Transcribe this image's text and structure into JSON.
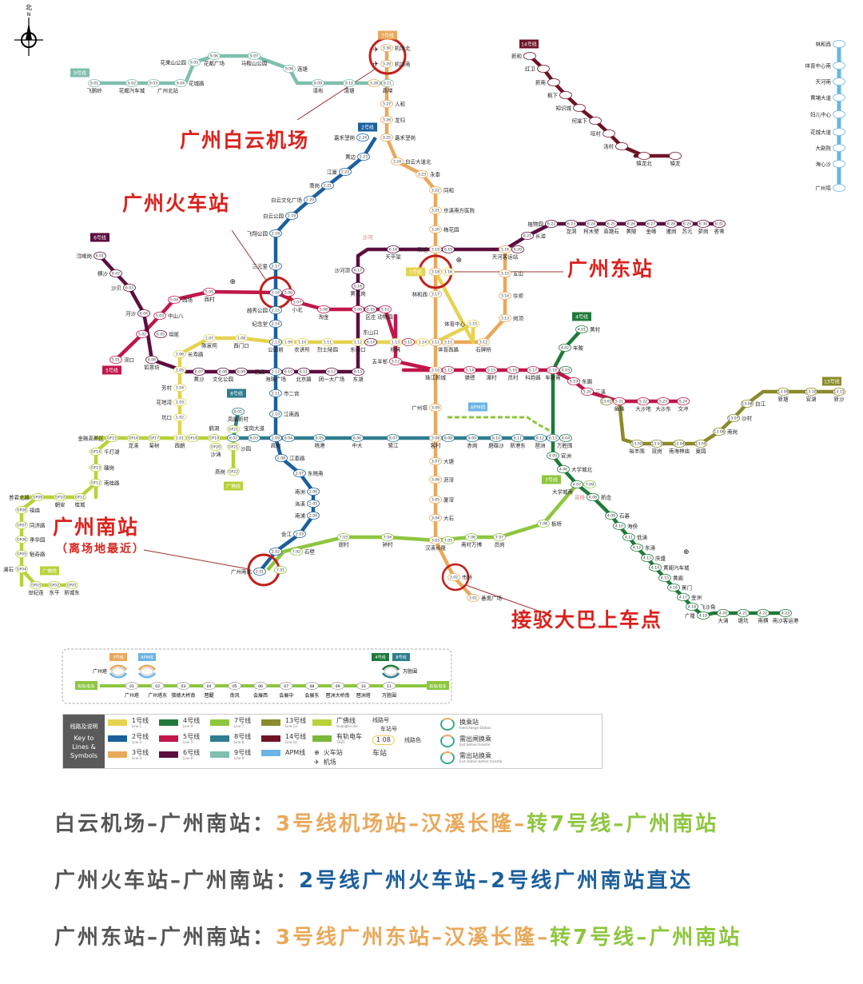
{
  "compass": {
    "cn": "北",
    "en": "N"
  },
  "lines": [
    {
      "id": "L9",
      "badge": "9号线",
      "color": "#7fbfae",
      "stations": [
        [
          "飞鹅岭",
          "9.01"
        ],
        [
          "花都汽车城",
          "9.02"
        ],
        [
          "广州北站",
          "9.03"
        ],
        [
          "花城路",
          "9.04"
        ],
        [
          "花果山公园",
          "9.05"
        ],
        [
          "花都广场",
          "9.06"
        ],
        [
          "马鞍山公园",
          "9.07"
        ],
        [
          "莲塘",
          "9.08"
        ],
        [
          "清布",
          "9.09"
        ],
        [
          "清塘",
          "9.10"
        ],
        [
          "高增",
          "9.11"
        ]
      ]
    },
    {
      "id": "L3N",
      "badge": "3号线",
      "color": "#e8a95b",
      "stations": [
        [
          "体育西路",
          "3.11"
        ],
        [
          "林和西",
          "3.17"
        ],
        [
          "广州东站",
          "3.18"
        ],
        [
          "燕塘",
          "3.19"
        ],
        [
          "梅花园",
          "3.20"
        ],
        [
          "京溪南方医院",
          "3.21"
        ],
        [
          "同和",
          "3.22"
        ],
        [
          "永泰",
          "3.23"
        ],
        [
          "白云大道北",
          "3.24"
        ],
        [
          "嘉禾望岗",
          "3.25"
        ],
        [
          "龙归",
          "3.26"
        ],
        [
          "人和",
          "3.27"
        ],
        [
          "高增",
          "3.28"
        ],
        [
          "机场南",
          "3.29"
        ],
        [
          "机场北",
          "3.30"
        ]
      ]
    },
    {
      "id": "L3",
      "badge": "3号线",
      "color": "#e8a95b",
      "stations": [
        [
          "番禺广场",
          "3.01"
        ],
        [
          "市桥",
          "3.02"
        ],
        [
          "汉溪长隆",
          "3.03"
        ],
        [
          "大石",
          "3.04"
        ],
        [
          "厦滘",
          "3.05"
        ],
        [
          "沥滘",
          "3.06"
        ],
        [
          "大塘",
          "3.07"
        ],
        [
          "客村",
          "3.08"
        ],
        [
          "广州塔",
          "3.09"
        ],
        [
          "珠江新城",
          "3.10"
        ],
        [
          "体育西路",
          "3.11"
        ],
        [
          "石牌桥",
          "3.12"
        ],
        [
          "岗顶",
          "3.13"
        ],
        [
          "华师",
          "3.14"
        ],
        [
          "五山",
          "3.15"
        ],
        [
          "天河客运站",
          "3.16"
        ]
      ]
    },
    {
      "id": "L2",
      "badge": "2号线",
      "color": "#1c5f9c",
      "stations": [
        [
          "广州南站",
          "2.01"
        ],
        [
          "石壁",
          "2.02"
        ],
        [
          "会江",
          "2.03"
        ],
        [
          "南浦",
          "2.04"
        ],
        [
          "洛溪",
          "2.05"
        ],
        [
          "南洲",
          "2.06"
        ],
        [
          "东晓南",
          "2.07"
        ],
        [
          "江泰路",
          "2.08"
        ],
        [
          "昌岗",
          "2.09"
        ],
        [
          "江南西",
          "2.10"
        ],
        [
          "市二宫",
          "2.11"
        ],
        [
          "海珠广场",
          "2.12"
        ],
        [
          "公园前",
          "2.13"
        ],
        [
          "纪念堂",
          "2.14"
        ],
        [
          "越秀公园",
          "2.15"
        ],
        [
          "广州火车站",
          "2.16"
        ],
        [
          "三元里",
          "2.17"
        ],
        [
          "飞翔公园",
          "2.18"
        ],
        [
          "白云公园",
          "2.19"
        ],
        [
          "白云文化广场",
          "2.20"
        ],
        [
          "萧岗",
          "2.21"
        ],
        [
          "江夏",
          "2.22"
        ],
        [
          "黄边",
          "2.23"
        ],
        [
          "嘉禾望岗",
          "2.24"
        ]
      ]
    },
    {
      "id": "L1",
      "badge": "1号线",
      "color": "#e5d34f",
      "stations": [
        [
          "西朗",
          "1.01"
        ],
        [
          "坑口",
          "1.02"
        ],
        [
          "花地湾",
          "1.03"
        ],
        [
          "芳村",
          "1.04"
        ],
        [
          "黄沙",
          "1.05"
        ],
        [
          "长寿路",
          "1.06"
        ],
        [
          "陈家祠",
          "1.07"
        ],
        [
          "西门口",
          "1.08"
        ],
        [
          "公园前",
          "1.09"
        ],
        [
          "农讲所",
          "1.10"
        ],
        [
          "烈士陵园",
          "1.11"
        ],
        [
          "东山口",
          "1.12"
        ],
        [
          "杨箕",
          "1.13"
        ],
        [
          "体育西路",
          "1.14"
        ],
        [
          "体育中心",
          "1.15"
        ],
        [
          "广州东站",
          "1.16"
        ]
      ]
    },
    {
      "id": "L5",
      "badge": "5号线",
      "color": "#c1174a",
      "stations": [
        [
          "滘口",
          "5.01"
        ],
        [
          "坦尾",
          "5.02"
        ],
        [
          "中山八",
          "5.03"
        ],
        [
          "西场",
          "5.04"
        ],
        [
          "西村",
          "5.05"
        ],
        [
          "广州火车站",
          "5.06"
        ],
        [
          "小北",
          "5.07"
        ],
        [
          "淘金",
          "5.08"
        ],
        [
          "区庄",
          "5.09"
        ],
        [
          "动物园",
          "5.10"
        ],
        [
          "杨箕",
          "5.11"
        ],
        [
          "五羊邨",
          "5.12"
        ],
        [
          "珠江新城",
          "5.13"
        ],
        [
          "猎德",
          "5.14"
        ],
        [
          "潭村",
          "5.15"
        ],
        [
          "员村",
          "5.16"
        ],
        [
          "科韵路",
          "5.17"
        ],
        [
          "车陂南",
          "5.18"
        ],
        [
          "东圃",
          "5.19"
        ],
        [
          "三溪",
          "5.20"
        ],
        [
          "鱼珠",
          "5.21"
        ],
        [
          "大沙地",
          "5.22"
        ],
        [
          "大沙东",
          "5.23"
        ],
        [
          "文冲",
          "5.24"
        ]
      ]
    },
    {
      "id": "L6",
      "badge": "6号线",
      "color": "#5b0e3f",
      "stations": [
        [
          "浔峰岗",
          "6.01"
        ],
        [
          "横沙",
          "6.02"
        ],
        [
          "沙贝",
          "6.03"
        ],
        [
          "河沙",
          "6.04"
        ],
        [
          "坦尾",
          "6.05"
        ],
        [
          "如意坊",
          "6.06"
        ],
        [
          "黄沙",
          "6.07"
        ],
        [
          "文化公园",
          "6.08"
        ],
        [
          "一德路",
          "6.09"
        ],
        [
          "海珠广场",
          "6.10"
        ],
        [
          "北京路",
          "6.11"
        ],
        [
          "团一大广场",
          "6.12"
        ],
        [
          "东湖",
          "6.13"
        ],
        [
          "东山口",
          "6.14"
        ],
        [
          "区庄",
          "6.15"
        ],
        [
          "黄花岗",
          "6.16"
        ],
        [
          "沙河顶",
          "6.17"
        ],
        [
          "天平架",
          "6.18"
        ],
        [
          "燕塘",
          "6.19"
        ],
        [
          "天河客运站",
          "6.20"
        ],
        [
          "长湴",
          "6.21"
        ],
        [
          "植物园",
          "6.22"
        ],
        [
          "龙洞",
          "6.23"
        ],
        [
          "柯木塱",
          "6.24"
        ],
        [
          "高塘石",
          "6.25"
        ],
        [
          "黄陂",
          "6.26"
        ],
        [
          "金峰",
          "6.27"
        ],
        [
          "暹岗",
          "6.28"
        ],
        [
          "苏元",
          "6.29"
        ],
        [
          "萝岗",
          "6.30"
        ],
        [
          "香雪",
          "6.31"
        ]
      ]
    },
    {
      "id": "L8",
      "badge": "8号线",
      "color": "#2f7d8f",
      "stations": [
        [
          "凤凰新村",
          "8.01"
        ],
        [
          "沙园",
          "8.02"
        ],
        [
          "宝岗大道",
          "8.03"
        ],
        [
          "昌岗",
          "8.04"
        ],
        [
          "晓港",
          "8.05"
        ],
        [
          "中大",
          "8.06"
        ],
        [
          "鹭江",
          "8.07"
        ],
        [
          "客村",
          "8.08"
        ],
        [
          "赤岗",
          "8.09"
        ],
        [
          "磨碟沙",
          "8.10"
        ],
        [
          "新港东",
          "8.11"
        ],
        [
          "琶洲",
          "8.12"
        ],
        [
          "万胜围",
          "8.13"
        ]
      ]
    },
    {
      "id": "L4",
      "badge": "4号线",
      "color": "#1f7a3a",
      "stations": [
        [
          "黄村",
          "4.01"
        ],
        [
          "车陂",
          "4.02"
        ],
        [
          "车陂南",
          "4.03"
        ],
        [
          "万胜围",
          "4.04"
        ],
        [
          "官洲",
          "4.05"
        ],
        [
          "大学城北",
          "4.06"
        ],
        [
          "大学城南",
          "4.07"
        ],
        [
          "新造",
          "4.08"
        ],
        [
          "石碁",
          "4.09"
        ],
        [
          "海傍",
          "4.10"
        ],
        [
          "低涌",
          "4.11"
        ],
        [
          "东涌",
          "4.12"
        ],
        [
          "庆盛",
          "4.13"
        ],
        [
          "黄阁汽车城",
          "4.14"
        ],
        [
          "黄阁",
          "4.15"
        ],
        [
          "蕉门",
          "4.16"
        ],
        [
          "金洲",
          "4.17"
        ],
        [
          "飞沙角",
          "4.18"
        ],
        [
          "广隆",
          "4.19"
        ],
        [
          "大涌",
          "4.20"
        ],
        [
          "塘坑",
          "4.21"
        ],
        [
          "南横",
          "4.22"
        ],
        [
          "南沙客运港",
          "4.23"
        ]
      ]
    },
    {
      "id": "L7",
      "badge": "7号线",
      "color": "#8ec63f",
      "stations": [
        [
          "广州南站",
          "7.01"
        ],
        [
          "石壁",
          "7.02"
        ],
        [
          "谢村",
          "7.03"
        ],
        [
          "钟村",
          "7.04"
        ],
        [
          "汉溪长隆",
          "7.05"
        ],
        [
          "南村万博",
          "7.06"
        ],
        [
          "员岗",
          "7.07"
        ],
        [
          "板桥",
          "7.08"
        ],
        [
          "大学城南",
          "7.09"
        ]
      ]
    },
    {
      "id": "L13",
      "badge": "13号线",
      "color": "#8a8b2c",
      "stations": [
        [
          "鱼珠",
          "13.01"
        ],
        [
          "裕丰围",
          "13.02"
        ],
        [
          "双岗",
          "13.03"
        ],
        [
          "南海神庙",
          "13.04"
        ],
        [
          "夏园",
          "13.05"
        ],
        [
          "南岗",
          "13.06"
        ],
        [
          "沙村",
          "13.07"
        ],
        [
          "白江",
          "13.08"
        ],
        [
          "新塘",
          "13.09"
        ],
        [
          "官湖",
          "13.10"
        ],
        [
          "新沙",
          "13.11"
        ]
      ]
    },
    {
      "id": "L14",
      "badge": "14号线",
      "color": "#6e1426",
      "stations": [
        [
          "新和",
          ""
        ],
        [
          "红卫",
          ""
        ],
        [
          "新南",
          ""
        ],
        [
          "枫下",
          ""
        ],
        [
          "知识城",
          ""
        ],
        [
          "何棠下",
          ""
        ],
        [
          "旺村",
          ""
        ],
        [
          "汤村",
          ""
        ],
        [
          "镇龙北",
          ""
        ],
        [
          "镇龙",
          ""
        ]
      ]
    },
    {
      "id": "APM",
      "badge": "APM线",
      "color": "#6ab4e6",
      "stations": [
        [
          "林和西",
          ""
        ],
        [
          "体育中心南",
          ""
        ],
        [
          "天河南",
          ""
        ],
        [
          "黄埔大道",
          ""
        ],
        [
          "妇儿中心",
          ""
        ],
        [
          "花城大道",
          ""
        ],
        [
          "大剧院",
          ""
        ],
        [
          "海心沙",
          ""
        ],
        [
          "广州塔",
          ""
        ]
      ]
    },
    {
      "id": "GF",
      "badge": "广佛线",
      "color": "#b8d23a",
      "stations": [
        [
          "新城东",
          "GF01"
        ],
        [
          "东平",
          "GF02"
        ],
        [
          "世纪莲",
          "GF03"
        ],
        [
          "澜石",
          "GF04"
        ],
        [
          "魁奇路",
          "GF05"
        ],
        [
          "季华园",
          "GF06"
        ],
        [
          "同济路",
          "GF07"
        ],
        [
          "祖庙",
          "GF08"
        ],
        [
          "普君北路",
          "GF09"
        ],
        [
          "朝安",
          "GF10"
        ],
        [
          "桂城",
          "GF11"
        ],
        [
          "南桂路",
          "GF12"
        ],
        [
          "礌岗",
          "GF13"
        ],
        [
          "千灯湖",
          "GF14"
        ],
        [
          "金融高新区",
          "GF15"
        ],
        [
          "龙溪",
          "GF16"
        ],
        [
          "菊树",
          "GF17"
        ],
        [
          "西朗",
          "GF18"
        ],
        [
          "鹤洞",
          "GF19"
        ],
        [
          "沙涌",
          "GF20"
        ],
        [
          "沙园",
          "GF21"
        ]
      ]
    },
    {
      "id": "GFB",
      "badge": "广佛线",
      "color": "#b8d23a",
      "stations": [
        [
          "沙园",
          "GF21"
        ],
        [
          "燕岗",
          "GF22"
        ]
      ]
    }
  ],
  "not_open": [
    "沙河",
    "官桥"
  ],
  "annotations": {
    "airport": "广州白云机场",
    "railway": "广州火车站",
    "east": "广州东站",
    "south": "广州南站",
    "south_note": "（离场地最近）",
    "bus": "接驳大巴上车点"
  },
  "accent_color": "#d9231d",
  "inset": {
    "tram_badge": "有轨电车",
    "badges": [
      "3号线",
      "APM线",
      "4号线",
      "8号线"
    ],
    "loop_labels": {
      "left": "广州塔",
      "right": "万胜围"
    },
    "stations": [
      [
        "广州塔",
        "01"
      ],
      [
        "广州塔东",
        "02"
      ],
      [
        "猎德大桥南",
        "03"
      ],
      [
        "琶醍",
        "04"
      ],
      [
        "南风",
        "05"
      ],
      [
        "会展西",
        "06"
      ],
      [
        "会展中",
        "07"
      ],
      [
        "会展东",
        "08"
      ],
      [
        "琶洲大桥南",
        "09"
      ],
      [
        "琶洲塔",
        "10"
      ],
      [
        "万胜围",
        "11"
      ]
    ]
  },
  "legend": {
    "key": [
      "线路及说明",
      "Key to",
      "Lines &",
      "Symbols"
    ],
    "lines": [
      {
        "label": "1号线",
        "en": "Line 1",
        "color": "#e5d34f"
      },
      {
        "label": "2号线",
        "en": "Line 2",
        "color": "#1c5f9c"
      },
      {
        "label": "3号线",
        "en": "Line 3",
        "color": "#e8a95b"
      },
      {
        "label": "4号线",
        "en": "Line 4",
        "color": "#1f7a3a"
      },
      {
        "label": "5号线",
        "en": "Line 5",
        "color": "#c1174a"
      },
      {
        "label": "6号线",
        "en": "Line 6",
        "color": "#5b0e3f"
      },
      {
        "label": "7号线",
        "en": "Line 7",
        "color": "#8ec63f"
      },
      {
        "label": "8号线",
        "en": "Line 8",
        "color": "#2f7d8f"
      },
      {
        "label": "9号线",
        "en": "Line 9",
        "color": "#7fbfae"
      },
      {
        "label": "13号线",
        "en": "Line 13",
        "color": "#8a8b2c"
      },
      {
        "label": "14号线",
        "en": "Line 14",
        "color": "#6e1426"
      },
      {
        "label": "APM线",
        "en": "",
        "color": "#6ab4e6"
      },
      {
        "label": "广佛线",
        "en": "Guangfo Line",
        "color": "#b8d23a"
      },
      {
        "label": "有轨电车",
        "en": "THZ1",
        "color": "#7cb83a"
      }
    ],
    "railway_station": "火车站",
    "airport": "机场",
    "diagram": {
      "line_no": "线路号",
      "station_no": "车站号",
      "sample": "1 08",
      "line_color": "线路色",
      "station": "车站"
    },
    "transfer": [
      {
        "label": "换乘站",
        "en": "Interchange Station"
      },
      {
        "label": "需出闸换乘",
        "en": "Exit before transfer"
      },
      {
        "label": "需出站换乘",
        "en": "Exit station before transfer"
      }
    ]
  },
  "routes": [
    {
      "from": "白云机场–广州南站：",
      "segments": [
        {
          "text": "3号线机场站–汉溪长隆–",
          "color": "#e8a95b"
        },
        {
          "text": "转7号线–广州南站",
          "color": "#8ec63f"
        }
      ]
    },
    {
      "from": "广州火车站–广州南站：",
      "segments": [
        {
          "text": "2号线广州火车站–2号线广州南站直达",
          "color": "#1c5f9c"
        }
      ]
    },
    {
      "from": "广州东站–广州南站：",
      "segments": [
        {
          "text": "3号线广州东站–汉溪长隆–",
          "color": "#e8a95b"
        },
        {
          "text": "转7号线–广州南站",
          "color": "#8ec63f"
        }
      ]
    }
  ]
}
